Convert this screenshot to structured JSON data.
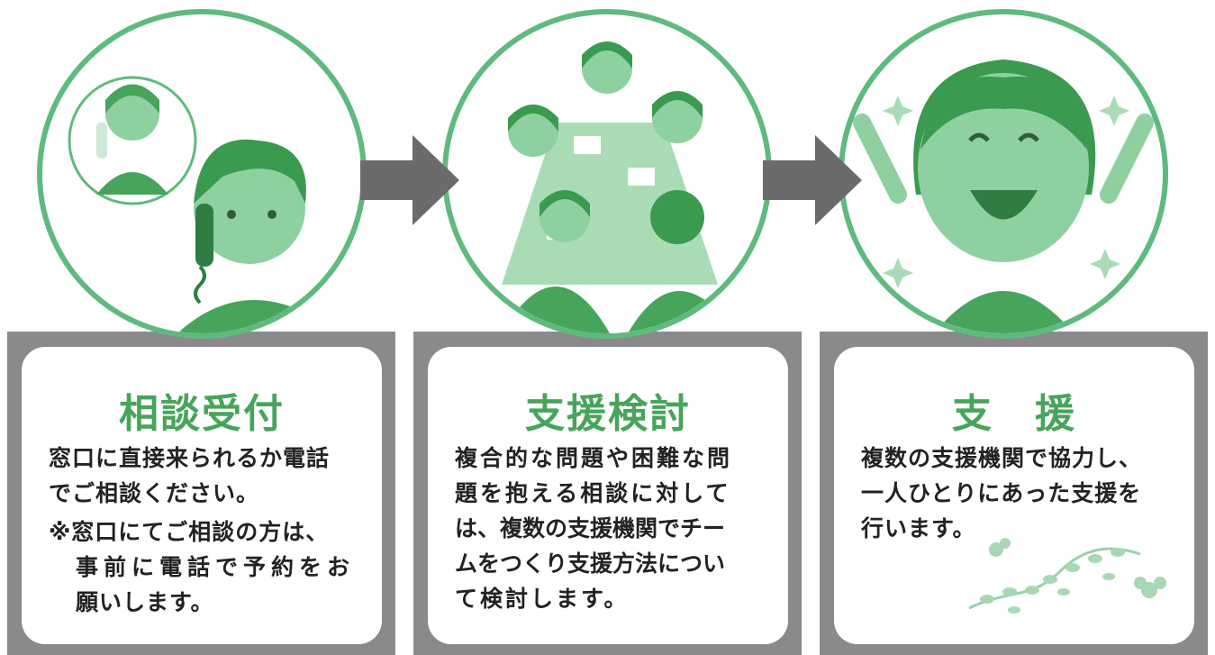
{
  "steps": [
    {
      "title": "相談受付",
      "lines": [
        "窓口に直接来られるか電話",
        "でご相談ください。"
      ],
      "note": [
        "※窓口にてご相談の方は、",
        "事前に電話で予約をお",
        "願いします。"
      ]
    },
    {
      "title": "支援検討",
      "lines": [
        "複合的な問題や困難な問",
        "題を抱える相談に対して",
        "は、複数の支援機関でチー",
        "ムをつくり支援方法につい",
        "て検討します。"
      ]
    },
    {
      "title": "支　援",
      "lines": [
        "複数の支援機関で協力し、",
        "一人ひとりにあった支援を",
        "行います。"
      ]
    }
  ],
  "colors": {
    "accent": "#46a55a",
    "ring": "#5fba7d",
    "panel": "#8a8a8c",
    "arrow": "#6b6b6d"
  },
  "icons": [
    "phone-consultation-illustration",
    "meeting-illustration",
    "happy-person-illustration",
    "right-arrow-icon",
    "flower-decoration"
  ]
}
